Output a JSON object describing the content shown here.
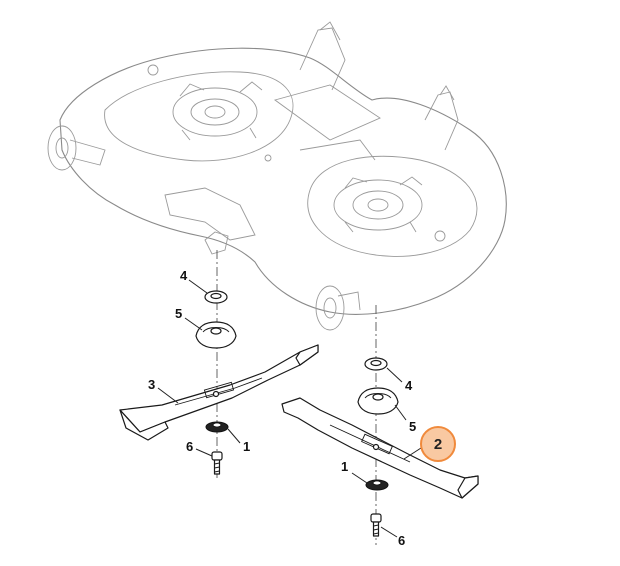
{
  "callouts": {
    "c4a": "4",
    "c5a": "5",
    "c3": "3",
    "c6a": "6",
    "c1a": "1",
    "c4b": "4",
    "c5b": "5",
    "c2": "2",
    "c1b": "1",
    "c6b": "6"
  },
  "colors": {
    "highlight_fill": "#f9c9a2",
    "highlight_stroke": "#f08a3c",
    "line": "#1a1a1a",
    "deck_line": "#8a8a8a"
  }
}
